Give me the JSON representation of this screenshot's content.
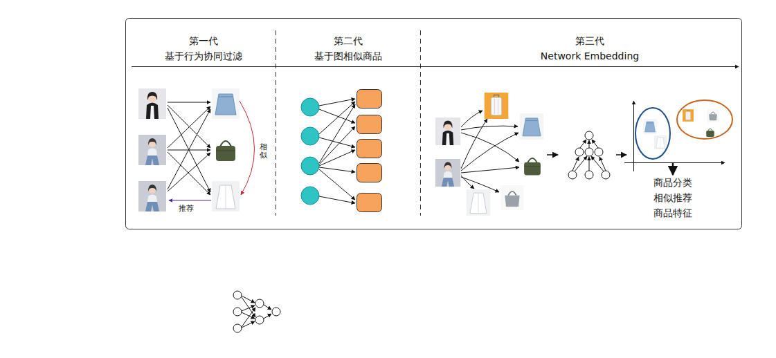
{
  "diagram": {
    "nodes": [
      {
        "text": [
          "第一代",
          "基于行为协同过滤"
        ]
      },
      {
        "text": [
          "第二代",
          "基于图相似商品"
        ]
      },
      {
        "text": [
          "第三代",
          "Network Embedding"
        ]
      }
    ],
    "labels": [
      "相似",
      "推荐",
      "商品分类",
      "相似推荐",
      "商品特征"
    ]
  }
}
